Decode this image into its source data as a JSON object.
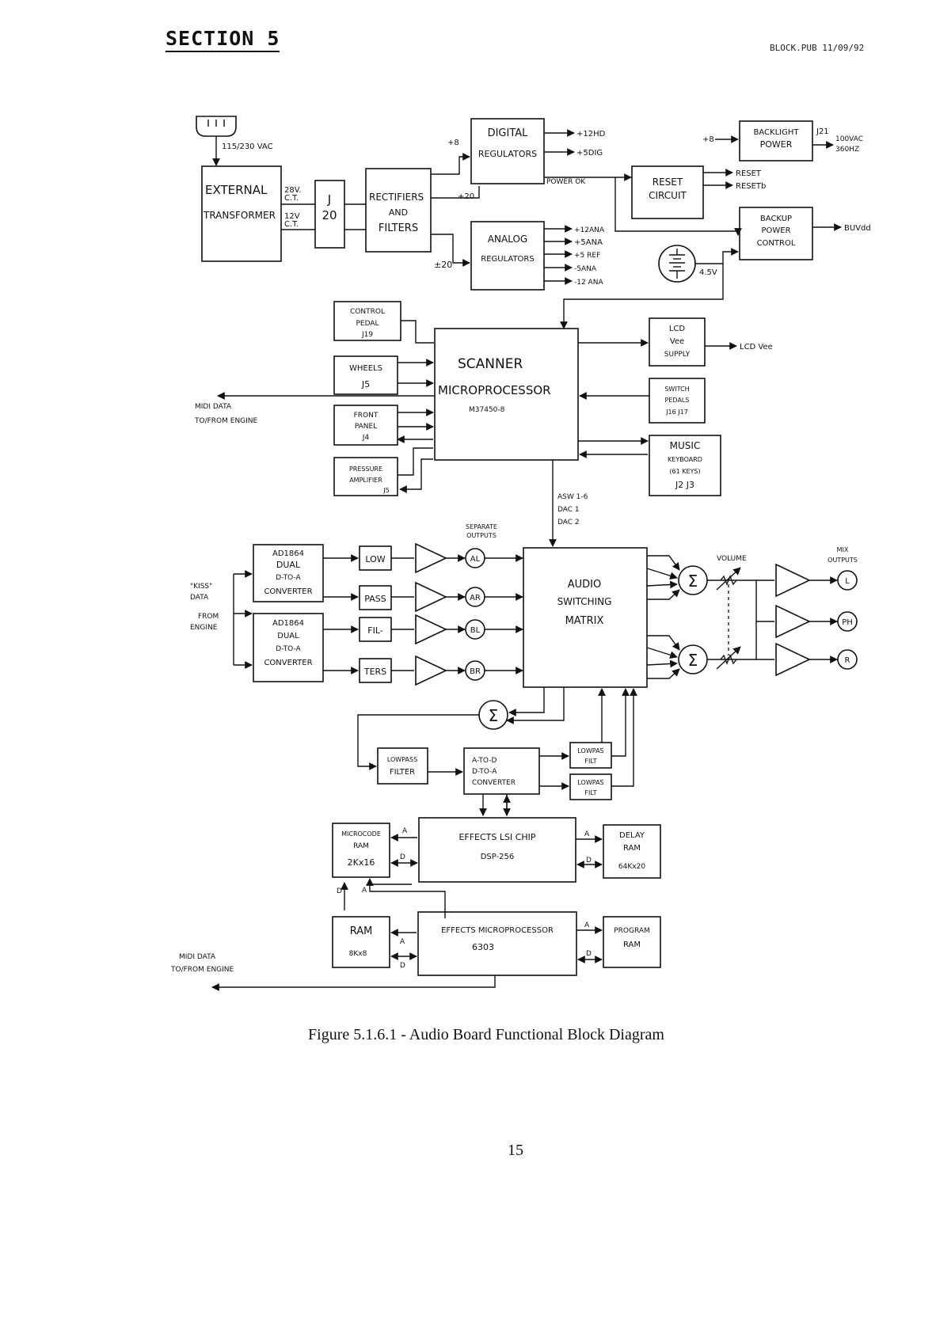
{
  "header": {
    "section": "SECTION 5",
    "file": "BLOCK.PUB 11/09/92"
  },
  "caption": "Figure 5.1.6.1 - Audio Board Functional Block Diagram",
  "page_number": "15",
  "diagram": {
    "power_in": "115/230 VAC",
    "external_transformer": [
      "EXTERNAL",
      "TRANSFORMER"
    ],
    "ct28": [
      "28V.",
      "C.T."
    ],
    "ct12": [
      "12V",
      "C.T."
    ],
    "j20": [
      "J",
      "20"
    ],
    "rectifiers": [
      "RECTIFIERS",
      "AND",
      "FILTERS"
    ],
    "plus8": "+8",
    "plus20": "+20",
    "pm20": "±20",
    "digital_regulators": [
      "DIGITAL",
      "REGULATORS"
    ],
    "dig_out": [
      "+12HD",
      "+5DIG"
    ],
    "power_ok": "POWER OK",
    "analog_regulators": [
      "ANALOG",
      "REGULATORS"
    ],
    "ana_out": [
      "+12ANA",
      "+5ANA",
      "+5 REF",
      "-5ANA",
      "-12 ANA"
    ],
    "reset_circuit": [
      "RESET",
      "CIRCUIT"
    ],
    "reset_out": [
      "RESET",
      "RESETb"
    ],
    "backlight_plus8": "+8",
    "backlight_power": [
      "BACKLIGHT",
      "POWER"
    ],
    "j21": "J21",
    "backlight_out": [
      "100VAC",
      "360HZ"
    ],
    "backup_power": [
      "BACKUP",
      "POWER",
      "CONTROL"
    ],
    "buvdd": "BUVdd",
    "battery_v": "4.5V",
    "control_pedal": [
      "CONTROL",
      "PEDAL",
      "J19"
    ],
    "wheels": [
      "WHEELS",
      "J5"
    ],
    "front_panel": [
      "FRONT",
      "PANEL",
      "J4"
    ],
    "pressure_amp": [
      "PRESSURE",
      "AMPLIFIER",
      "J5"
    ],
    "scanner": [
      "SCANNER",
      "MICROPROCESSOR",
      "M37450-8"
    ],
    "midi_top": [
      "MIDI DATA",
      "TO/FROM ENGINE"
    ],
    "lcd_vee": [
      "LCD",
      "Vee",
      "SUPPLY"
    ],
    "lcd_vee_out": "LCD Vee",
    "switch_pedals": [
      "SWITCH",
      "PEDALS",
      "J16 J17"
    ],
    "music_keyboard": [
      "MUSIC",
      "KEYBOARD",
      "(61 KEYS)",
      "J2 J3"
    ],
    "asw_labels": [
      "ASW 1-6",
      "DAC 1",
      "DAC 2"
    ],
    "separate_outputs": [
      "SEPARATE",
      "OUTPUTS"
    ],
    "kiss_data": [
      "\"KISS\"",
      "DATA",
      "FROM",
      "ENGINE"
    ],
    "dac1": [
      "AD1864",
      "DUAL",
      "D-TO-A",
      "CONVERTER"
    ],
    "dac2": [
      "AD1864",
      "DUAL",
      "D-TO-A",
      "CONVERTER"
    ],
    "filter_words": [
      "LOW",
      "PASS",
      "FIL-",
      "TERS"
    ],
    "sep_out_labels": [
      "AL",
      "AR",
      "BL",
      "BR"
    ],
    "audio_matrix": [
      "AUDIO",
      "SWITCHING",
      "MATRIX"
    ],
    "sigma": "Σ",
    "volume": "VOLUME",
    "mix_outputs": [
      "MIX",
      "OUTPUTS"
    ],
    "mix_labels": [
      "L",
      "PH",
      "R"
    ],
    "lowpass_filter": [
      "LOWPASS",
      "FILTER"
    ],
    "atod": [
      "A-TO-D",
      "D-TO-A",
      "CONVERTER"
    ],
    "lowpass_small1": [
      "LOWPAS",
      "FILT"
    ],
    "lowpass_small2": [
      "LOWPAS",
      "FILT"
    ],
    "microcode_ram": [
      "MICROCODE",
      "RAM",
      "2Kx16"
    ],
    "effects_lsi": [
      "EFFECTS LSI CHIP",
      "DSP-256"
    ],
    "delay_ram": [
      "DELAY",
      "RAM",
      "64Kx20"
    ],
    "bus_a": "A",
    "bus_d": "D",
    "ram": [
      "RAM",
      "8Kx8"
    ],
    "effects_micro": [
      "EFFECTS MICROPROCESSOR",
      "6303"
    ],
    "program_ram": [
      "PROGRAM",
      "RAM"
    ],
    "midi_bottom": [
      "MIDI DATA",
      "TO/FROM ENGINE"
    ]
  }
}
